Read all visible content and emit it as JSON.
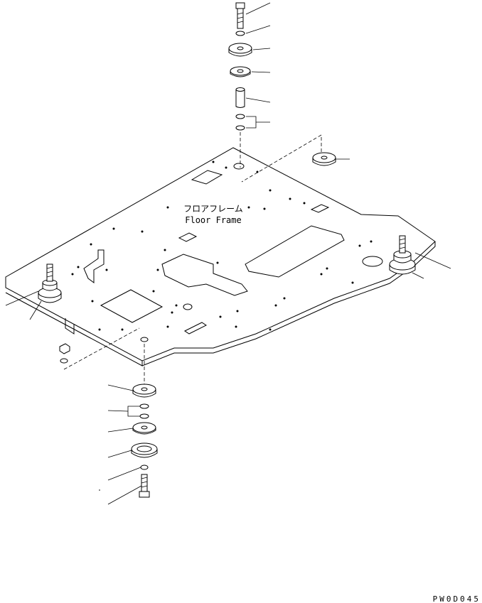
{
  "diagram": {
    "label_jp": "フロアフレーム",
    "label_en": "Floor Frame",
    "figure_code": "PW0D045"
  },
  "icons": {
    "bolt": "bolt-icon",
    "washer": "washer-icon",
    "cushion": "cushion-icon",
    "collar": "collar-icon",
    "nut": "nut-icon"
  }
}
